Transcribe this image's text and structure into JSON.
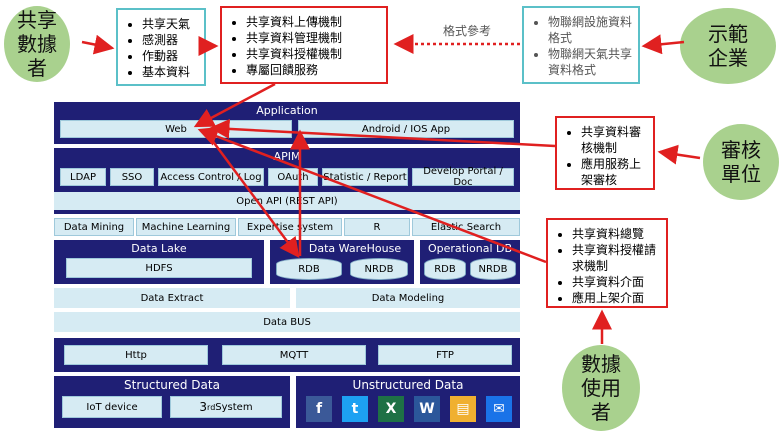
{
  "left_role": "共享\n數據\n者",
  "right_role": "示範\n企業",
  "review_role": "審核\n單位",
  "user_role": "數據\n使用\n者",
  "box_data_types": [
    "共享天氣",
    "感測器",
    "作動器",
    "基本資料"
  ],
  "box_mechanisms": [
    "共享資料上傳機制",
    "共享資料管理機制",
    "共享資料授權機制",
    "專屬回饋服務"
  ],
  "format_ref": "格式參考",
  "box_formats": [
    "物聯網設施資料格式",
    "物聯網天氣共享資料格式"
  ],
  "box_review": [
    "共享資料審核機制",
    "應用服務上架審核"
  ],
  "box_user": [
    "共享資料總覽",
    "共享資料授權請求機制",
    "共享資料介面",
    "應用上架介面"
  ],
  "stack": {
    "application": "Application",
    "web": "Web",
    "app": "Android / IOS App",
    "apim": "APIM",
    "apim_items": [
      "LDAP",
      "SSO",
      "Access Control / Log",
      "OAuth",
      "Statistic / Report",
      "Develop Portal / Doc"
    ],
    "open_api": "Open API (REST API)",
    "analytics": [
      "Data Mining",
      "Machine Learning",
      "Expertise system",
      "R",
      "Elastic Search"
    ],
    "data_lake": "Data Lake",
    "hdfs": "HDFS",
    "warehouse": "Data WareHouse",
    "operational": "Operational DB",
    "rdb": "RDB",
    "nrdb": "NRDB",
    "extract": "Data Extract",
    "modeling": "Data Modeling",
    "bus": "Data BUS",
    "protocols": [
      "Http",
      "MQTT",
      "FTP"
    ],
    "structured": "Structured Data",
    "iot": "IoT device",
    "third_num": "3",
    "third_sup": "rd",
    "third_word": " System",
    "unstructured": "Unstructured Data"
  },
  "unstructured_icons": [
    {
      "name": "facebook-icon",
      "glyph": "f",
      "color": "#3b5998"
    },
    {
      "name": "twitter-icon",
      "glyph": "t",
      "color": "#1da1f2"
    },
    {
      "name": "excel-icon",
      "glyph": "X",
      "color": "#1e7145"
    },
    {
      "name": "word-icon",
      "glyph": "W",
      "color": "#2b579a"
    },
    {
      "name": "folder-icon",
      "glyph": "▤",
      "color": "#f0b030"
    },
    {
      "name": "mail-icon",
      "glyph": "✉",
      "color": "#1a73e8"
    }
  ],
  "colors": {
    "navy": "#1f1f75",
    "light": "#d6ebf3",
    "green": "#a9d18e",
    "red": "#e02020",
    "teal": "#5bc0c8"
  }
}
